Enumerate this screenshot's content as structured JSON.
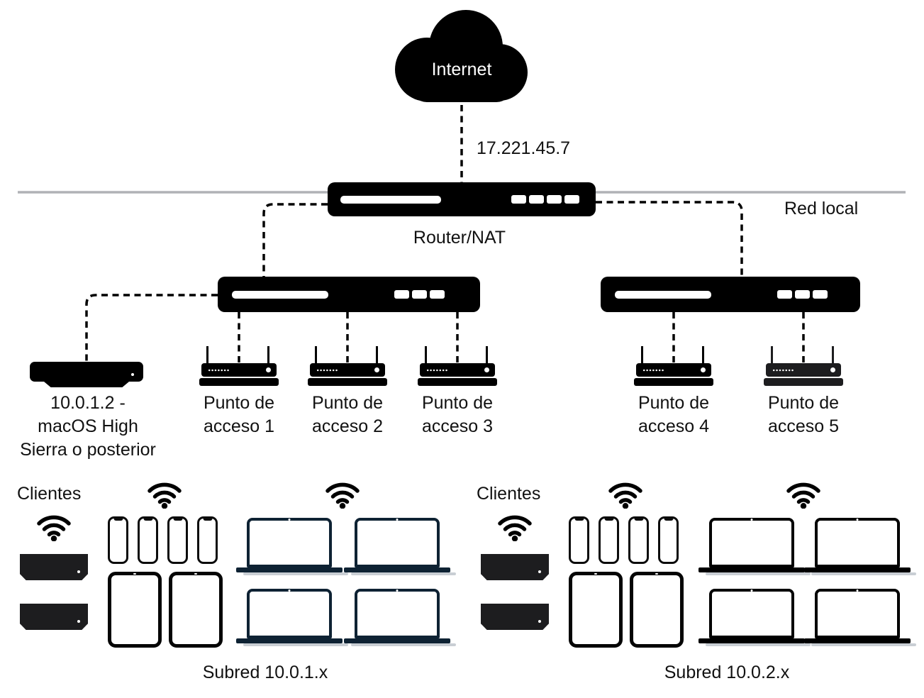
{
  "colors": {
    "device_black": "#000000",
    "ap5_gray": "#1d1d1f",
    "mini_gray": "#1d1d1f",
    "laptop_navy": "#0e2233",
    "laptop_black": "#000000",
    "local_line_gray": "#b0b2b6"
  },
  "internet": {
    "label": "Internet",
    "wan_ip": "17.221.45.7"
  },
  "router": {
    "label": "Router/NAT"
  },
  "network": {
    "label": "Red local"
  },
  "server": {
    "line1": "10.0.1.2 -",
    "line2": "macOS High",
    "line3": "Sierra o posterior"
  },
  "access_points": [
    {
      "line1": "Punto de",
      "line2": "acceso 1"
    },
    {
      "line1": "Punto de",
      "line2": "acceso 2"
    },
    {
      "line1": "Punto de",
      "line2": "acceso 3"
    },
    {
      "line1": "Punto de",
      "line2": "acceso 4"
    },
    {
      "line1": "Punto de",
      "line2": "acceso 5"
    }
  ],
  "subnet_left": {
    "clients_label": "Clientes",
    "subnet_label": "Subred 10.0.1.x"
  },
  "subnet_right": {
    "clients_label": "Clientes",
    "subnet_label": "Subred 10.0.2.x"
  }
}
